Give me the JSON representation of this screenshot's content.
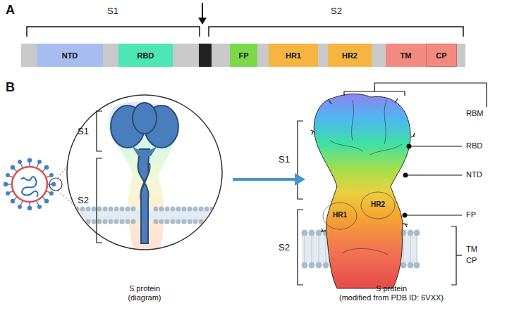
{
  "diagram": {
    "nodes": [
      {
        "text": [
          "NTD"
        ]
      },
      {
        "text": [
          "RBD"
        ]
      },
      {
        "text": [
          "FP"
        ]
      },
      {
        "text": [
          "HR1"
        ]
      },
      {
        "text": [
          "HR2"
        ]
      },
      {
        "text": [
          "TM"
        ]
      },
      {
        "text": [
          "CP"
        ]
      }
    ],
    "labels": [
      "A",
      "S1",
      "S2",
      "B",
      "S1",
      "S2",
      "S1",
      "S2",
      "HR1",
      "HR2",
      "RBM",
      "RBD",
      "NTD",
      "FP",
      "TM",
      "CP",
      "S protein (diagram)",
      "S protein (modified from PDB ID: 6VXX)"
    ]
  }
}
